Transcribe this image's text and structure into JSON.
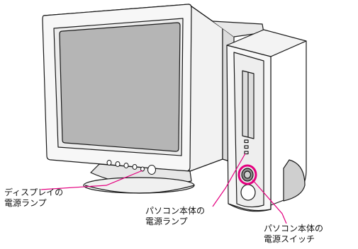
{
  "callouts": {
    "display_power_lamp": {
      "line1": "ディスプレイの",
      "line2": "電源ランプ"
    },
    "pc_power_lamp": {
      "line1": "パソコン本体の",
      "line2": "電源ランプ"
    },
    "pc_power_switch": {
      "line1": "パソコン本体の",
      "line2": "電源スイッチ"
    }
  },
  "colors": {
    "highlight": "#e4007f",
    "outline": "#1a1a1a",
    "screen": "#b5b5b5"
  }
}
